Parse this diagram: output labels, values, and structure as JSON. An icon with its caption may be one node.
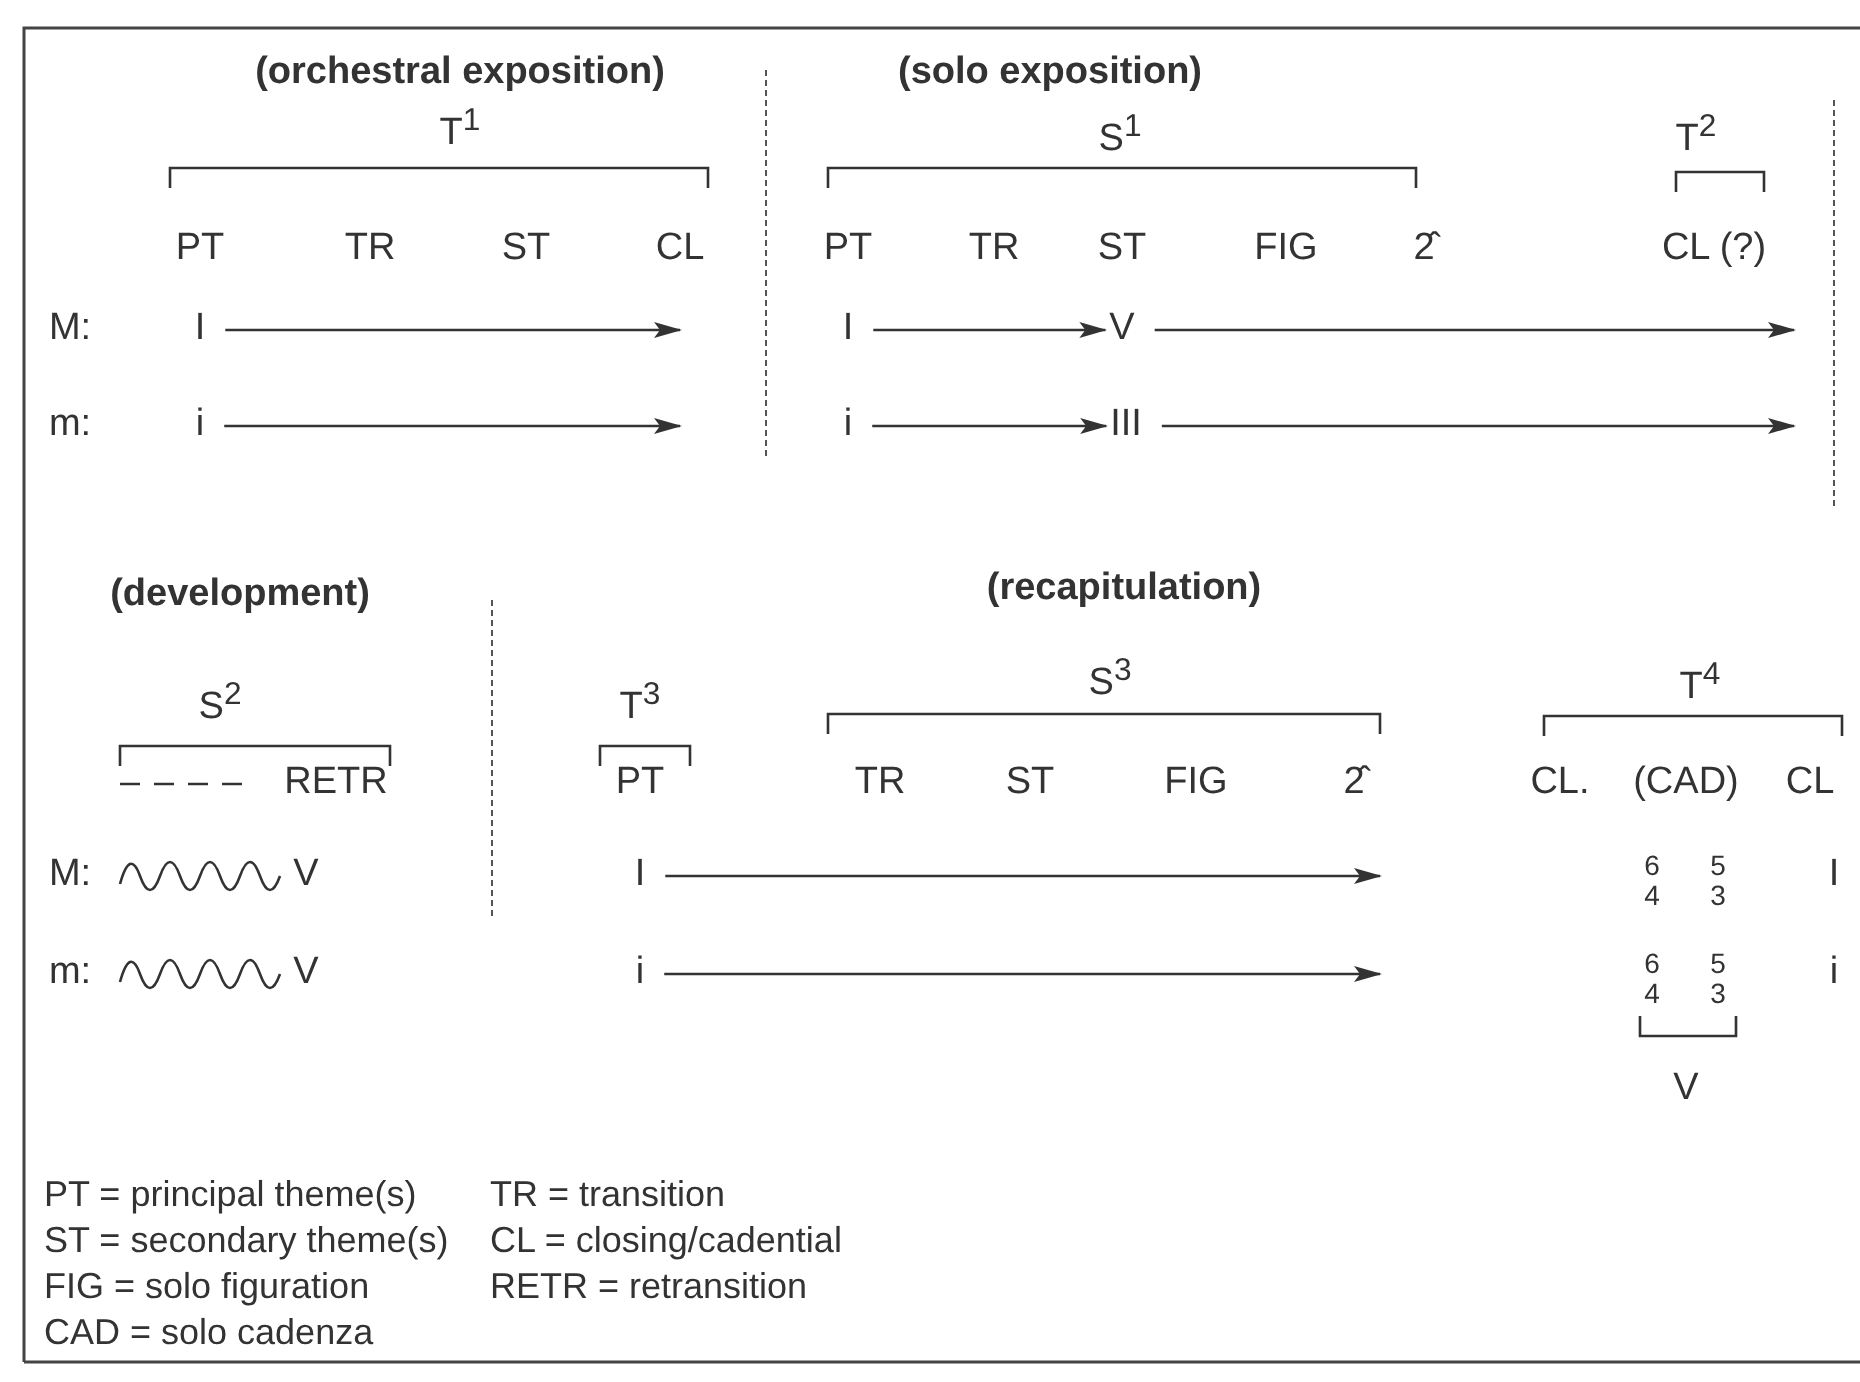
{
  "diagram": {
    "nodes": [
      {
        "text": [
          "I"
        ]
      },
      {
        "text": [
          "i"
        ]
      },
      {
        "text": [
          "I"
        ]
      },
      {
        "text": [
          "V"
        ]
      },
      {
        "text": [
          "i"
        ]
      },
      {
        "text": [
          "III"
        ]
      },
      {
        "text": [
          "I"
        ]
      },
      {
        "text": [
          "i"
        ]
      }
    ],
    "edges": [
      {
        "from": 0,
        "to": null,
        "arrow": "to"
      },
      {
        "from": 1,
        "to": null,
        "arrow": "to"
      },
      {
        "from": 2,
        "to": 3,
        "arrow": "to"
      },
      {
        "from": 3,
        "to": null,
        "arrow": "to"
      },
      {
        "from": 4,
        "to": 5,
        "arrow": "to"
      },
      {
        "from": 5,
        "to": null,
        "arrow": "to"
      },
      {
        "from": 6,
        "to": null,
        "arrow": "to"
      },
      {
        "from": 7,
        "to": null,
        "arrow": "to"
      }
    ],
    "labels": [
      "(orchestral exposition)",
      "(solo exposition)",
      "T$^{1}$",
      "S$^{1}$",
      "T$^{2}$",
      "PT",
      "TR",
      "ST",
      "CL",
      "PT",
      "TR",
      "ST",
      "FIG",
      "2̂",
      "CL (?)",
      "M:",
      "m:",
      "(development)",
      "(recapitulation)",
      "S$^{2}$",
      "T$^{3}$",
      "S$^{3}$",
      "T$^{4}$",
      "RETR",
      "PT",
      "TR",
      "ST",
      "FIG",
      "2̂",
      "CL.",
      "(CAD)",
      "CL",
      "M:",
      "V",
      "6 4",
      "5 3",
      "I",
      "m:",
      "V",
      "6 4",
      "5 3",
      "i",
      "V",
      "PT = principal theme(s)",
      "TR = transition",
      "ST = secondary theme(s)",
      "CL = closing/cadential",
      "FIG = solo figuration",
      "RETR = retransition",
      "CAD = solo cadenza"
    ]
  }
}
